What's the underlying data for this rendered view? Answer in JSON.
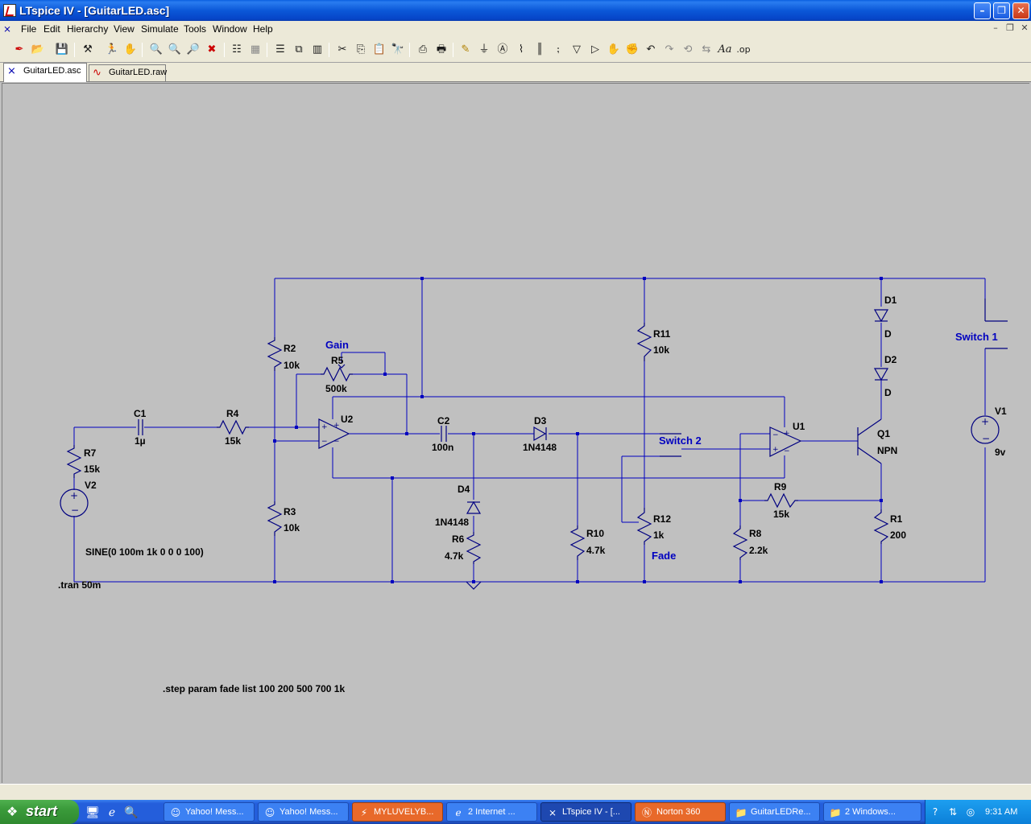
{
  "window": {
    "title": "LTspice IV - [GuitarLED.asc]"
  },
  "menu": [
    "File",
    "Edit",
    "Hierarchy",
    "View",
    "Simulate",
    "Tools",
    "Window",
    "Help"
  ],
  "tabs": [
    {
      "label": "GuitarLED.asc",
      "icon": "schematic-icon",
      "active": true
    },
    {
      "label": "GuitarLED.raw",
      "icon": "waveform-icon",
      "active": false
    }
  ],
  "schematic": {
    "components": {
      "C1": {
        "ref": "C1",
        "value": "1µ"
      },
      "R4": {
        "ref": "R4",
        "value": "15k"
      },
      "R7": {
        "ref": "R7",
        "value": "15k"
      },
      "V2": {
        "ref": "V2",
        "value": "SINE(0 100m 1k 0 0 0 100)"
      },
      "R2": {
        "ref": "R2",
        "value": "10k"
      },
      "R3": {
        "ref": "R3",
        "value": "10k"
      },
      "R5": {
        "ref": "R5",
        "value": "500k",
        "label": "Gain"
      },
      "U2": {
        "ref": "U2"
      },
      "C2": {
        "ref": "C2",
        "value": "100n"
      },
      "D3": {
        "ref": "D3",
        "value": "1N4148"
      },
      "D4": {
        "ref": "D4",
        "value": "1N4148"
      },
      "R6": {
        "ref": "R6",
        "value": "4.7k"
      },
      "R10": {
        "ref": "R10",
        "value": "4.7k"
      },
      "R11": {
        "ref": "R11",
        "value": "10k"
      },
      "R12": {
        "ref": "R12",
        "value": "1k",
        "label": "Fade"
      },
      "U1": {
        "ref": "U1"
      },
      "R9": {
        "ref": "R9",
        "value": "15k"
      },
      "R8": {
        "ref": "R8",
        "value": "2.2k"
      },
      "D1": {
        "ref": "D1",
        "value": "D"
      },
      "D2": {
        "ref": "D2",
        "value": "D"
      },
      "Q1": {
        "ref": "Q1",
        "value": "NPN"
      },
      "R1": {
        "ref": "R1",
        "value": "200"
      },
      "V1": {
        "ref": "V1",
        "value": "9v"
      }
    },
    "labels": {
      "switch1": "Switch 1",
      "switch2": "Switch 2"
    },
    "directives": {
      "tran": ".tran 50m",
      "step": ".step param fade list 100 200 500 700 1k"
    },
    "wire_color": "#0000c0",
    "symbol_color": "#000080"
  },
  "taskbar": {
    "start_label": "start",
    "tasks": [
      {
        "label": "Yahoo! Mess...",
        "icon": "yahoo-icon"
      },
      {
        "label": "Yahoo! Mess...",
        "icon": "yahoo-icon"
      },
      {
        "label": "MYLUVELYB...",
        "icon": "browser-icon"
      },
      {
        "label": "2 Internet ...",
        "icon": "ie-icon"
      },
      {
        "label": "LTspice IV - [...",
        "icon": "ltspice-icon",
        "active": true
      },
      {
        "label": "Norton 360",
        "icon": "norton-icon"
      },
      {
        "label": "GuitarLEDRe...",
        "icon": "folder-icon"
      },
      {
        "label": "2 Windows...",
        "icon": "folder-icon"
      }
    ],
    "clock": "9:31 AM"
  }
}
